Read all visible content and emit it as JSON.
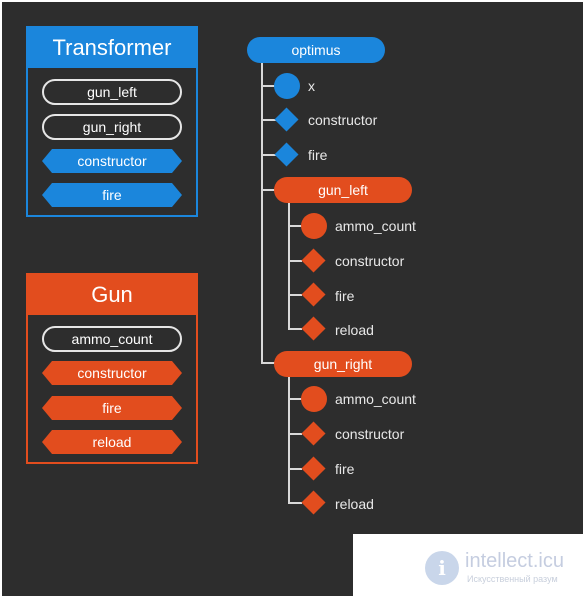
{
  "colors": {
    "blue": "#1b86dc",
    "orange": "#e24d1e",
    "background": "#2d2d2d",
    "line": "#d9d9d9"
  },
  "transformer_class": {
    "title": "Transformer",
    "properties": [
      "gun_left",
      "gun_right"
    ],
    "methods": [
      "constructor",
      "fire"
    ]
  },
  "gun_class": {
    "title": "Gun",
    "properties": [
      "ammo_count"
    ],
    "methods": [
      "constructor",
      "fire",
      "reload"
    ]
  },
  "tree": {
    "root": "optimus",
    "root_children": [
      {
        "label": "x",
        "shape": "circle",
        "color": "blue"
      },
      {
        "label": "constructor",
        "shape": "diamond",
        "color": "blue"
      },
      {
        "label": "fire",
        "shape": "diamond",
        "color": "blue"
      }
    ],
    "gun_left": {
      "label": "gun_left",
      "children": [
        {
          "label": "ammo_count",
          "shape": "circle"
        },
        {
          "label": "constructor",
          "shape": "diamond"
        },
        {
          "label": "fire",
          "shape": "diamond"
        },
        {
          "label": "reload",
          "shape": "diamond"
        }
      ]
    },
    "gun_right": {
      "label": "gun_right",
      "children": [
        {
          "label": "ammo_count",
          "shape": "circle"
        },
        {
          "label": "constructor",
          "shape": "diamond"
        },
        {
          "label": "fire",
          "shape": "diamond"
        },
        {
          "label": "reload",
          "shape": "diamond"
        }
      ]
    }
  },
  "watermark": {
    "logo_letter": "i",
    "name": "intellect.icu",
    "subtitle": "Искусственный разум"
  }
}
